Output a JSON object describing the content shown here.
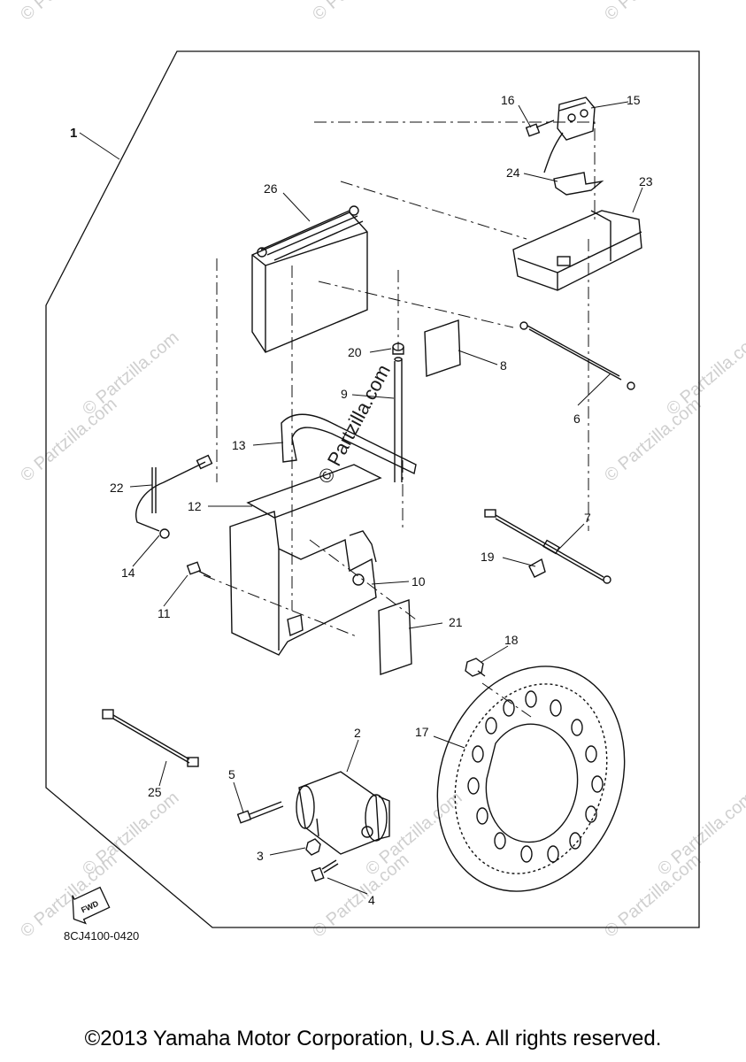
{
  "diagram": {
    "assembly_number": "1",
    "drawing_code": "8CJ4100-0420",
    "fwd_label": "FWD",
    "callouts": [
      "2",
      "3",
      "4",
      "5",
      "6",
      "7",
      "8",
      "9",
      "10",
      "11",
      "12",
      "13",
      "14",
      "15",
      "16",
      "17",
      "18",
      "19",
      "20",
      "21",
      "22",
      "23",
      "24",
      "25",
      "26"
    ]
  },
  "watermark": {
    "text": "© Partzilla.com",
    "center_text": "© Partzilla.com"
  },
  "footer": {
    "copyright": "©2013 Yamaha Motor Corporation, U.S.A. All rights reserved."
  }
}
